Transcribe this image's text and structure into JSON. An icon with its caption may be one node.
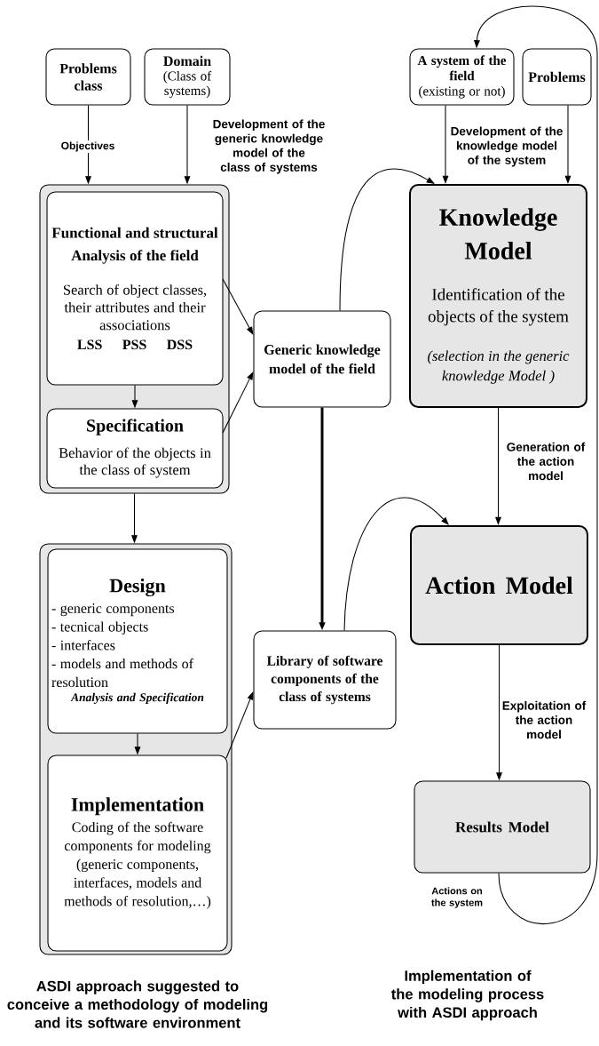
{
  "diagram": {
    "nodes": [
      {
        "text": [
          "Problems class"
        ]
      },
      {
        "text": [
          "Domain",
          "(Class of systems)"
        ]
      },
      {
        "text": [],
        "shape": "box"
      },
      {
        "text": [
          "Functional and structural Analysis of the field",
          "Search of object classes, their attributes and their associations",
          "LSS",
          "PSS",
          "DSS"
        ],
        "in": 2
      },
      {
        "text": [
          "Specification",
          "Behavior of the objects in the class of system"
        ],
        "in": 2
      },
      {
        "text": [],
        "shape": "box"
      },
      {
        "text": [
          "Design",
          "- generic components",
          "- tecnical objects",
          "- interfaces",
          "- models and methods of resolution",
          "Analysis and Specification"
        ],
        "in": 5
      },
      {
        "text": [
          "Implementation",
          "Coding of the software components for modeling (generic components, interfaces, models and methods of resolution,…)"
        ],
        "in": 5
      },
      {
        "text": [
          "Generic knowledge model of the field"
        ]
      },
      {
        "text": [
          "Library of software components of the class of systems"
        ]
      },
      {
        "text": [
          "A system of the field",
          "(existing or not)"
        ]
      },
      {
        "text": [
          "Problems"
        ]
      },
      {
        "text": [
          "Knowledge Model",
          "Identification of the objects of the system",
          "(selection in the generic knowledge Model )"
        ]
      },
      {
        "text": [
          "Action Model"
        ]
      },
      {
        "text": [
          "Results Model"
        ]
      }
    ],
    "edges": [
      {
        "from": 0,
        "to": 2,
        "arrow": "to",
        "label": "Objectives"
      },
      {
        "from": 1,
        "to": 2,
        "arrow": "to",
        "label": "Development of the generic knowledge model of the class of systems"
      },
      {
        "from": 3,
        "to": 4,
        "arrow": "to"
      },
      {
        "from": 3,
        "to": 8,
        "arrow": "to"
      },
      {
        "from": 4,
        "to": 8,
        "arrow": "to"
      },
      {
        "from": 2,
        "to": 5,
        "arrow": "to"
      },
      {
        "from": 6,
        "to": 7,
        "arrow": "to"
      },
      {
        "from": 7,
        "to": 9,
        "arrow": "to"
      },
      {
        "from": 8,
        "to": 9,
        "arrow": "to",
        "style": "thick"
      },
      {
        "from": 8,
        "to": 12,
        "arrow": "to"
      },
      {
        "from": 10,
        "to": 12,
        "arrow": "to",
        "label": "Development of the knowledge model of the system"
      },
      {
        "from": 11,
        "to": 12,
        "arrow": "to"
      },
      {
        "from": 12,
        "to": 13,
        "arrow": "to",
        "label": "Generation of the action model"
      },
      {
        "from": 9,
        "to": 13,
        "arrow": "to"
      },
      {
        "from": 13,
        "to": 14,
        "arrow": "to",
        "label": "Exploitation of the action model"
      },
      {
        "from": 14,
        "to": 10,
        "arrow": "to",
        "label": "Actions on the system"
      }
    ],
    "labels": [
      "ASDI approach suggested to conceive a methodology of modeling and its software environment",
      "Implementation of the modeling process with ASDI approach"
    ]
  }
}
